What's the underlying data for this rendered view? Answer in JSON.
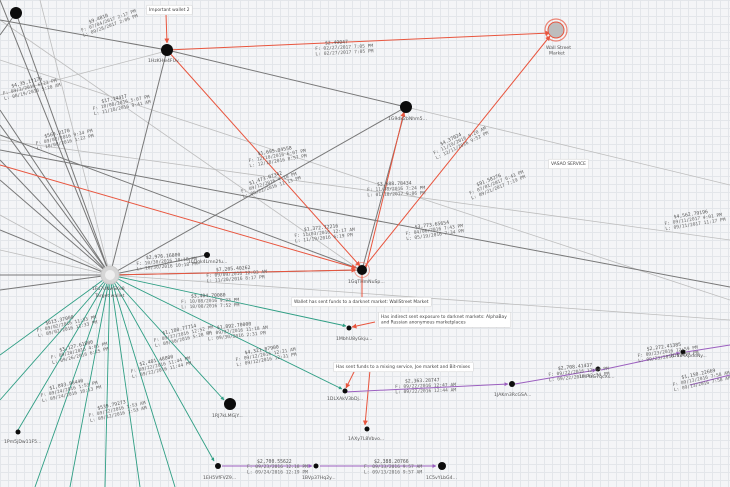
{
  "colors": {
    "gray_edge": "#7a7a7a",
    "light_edge": "#b9b9b9",
    "red_edge": "#e8553e",
    "teal_edge": "#2f9e84",
    "purple_edge": "#9b5fbf",
    "node": "#0c0c0c",
    "highlight_ring": "#e8553e"
  },
  "nodes": [
    {
      "id": "n_topleft",
      "label": ""
    },
    {
      "id": "n_wallet2",
      "label": "1HzKHw4FUv..."
    },
    {
      "id": "n_wallstreet",
      "label": "Wall Street Market"
    },
    {
      "id": "n_mid",
      "label": "1G9dk2bNhm5..."
    },
    {
      "id": "n_target",
      "label": "Target wallet"
    },
    {
      "id": "n_small1",
      "label": "1LQgk4Lmn2fu..."
    },
    {
      "id": "n_center",
      "label": "1GqTHmNuSp..."
    },
    {
      "id": "n_ret1",
      "label": "1MbhU8yGkju..."
    },
    {
      "id": "n_mixer",
      "label": "1DLXAkV3bDj..."
    },
    {
      "id": "n_akx",
      "label": "1AXy7L8Vbvo..."
    },
    {
      "id": "n_cfa",
      "label": "1JAKm3RcGSA..."
    },
    {
      "id": "n_rt2",
      "label": "1MPfzG7qcXs..."
    },
    {
      "id": "n_rt3",
      "label": "1DfnMXpddNy..."
    },
    {
      "id": "n_mid2",
      "label": "1RJ7kLMGjY..."
    },
    {
      "id": "n_b1",
      "label": "1Pm5jDw11F5..."
    },
    {
      "id": "n_b2",
      "label": "1EH5VfFVZ9..."
    },
    {
      "id": "n_b3",
      "label": "1BVp37Hq2y..."
    },
    {
      "id": "n_b4",
      "label": "1C5vYLbG4..."
    }
  ],
  "annotations": [
    {
      "id": "note_wallet2",
      "text": "Important wallet 2"
    },
    {
      "id": "note_market",
      "text": "Wallet has sent funds to a darknet market: WallStreet Market"
    },
    {
      "id": "note_exposure",
      "text": "Has indirect sent exposure to darknet markets: AlphaBay and Russian anonymous marketplaces"
    },
    {
      "id": "note_mixing",
      "text": "Has sent funds to a mixing service, Joe market and Bit-mixes"
    },
    {
      "id": "note_service",
      "text": "VASAO SERVICE"
    }
  ],
  "edge_labels": [
    {
      "id": "e1",
      "lines": [
        "$9.4810",
        "F: 07/04/2017 2:17 PM",
        "L: 09/28/2017 2:06 PM"
      ]
    },
    {
      "id": "e2",
      "lines": [
        "$2.49047",
        "F: 02/27/2017 7:05 PM",
        "L: 02/27/2017 7:05 PM"
      ]
    },
    {
      "id": "e3",
      "lines": [
        "$4,35,17176",
        "F: 09/2/2016 6:22 PM",
        "L: 08/19/2016 5:20 AM"
      ]
    },
    {
      "id": "e4",
      "lines": [
        "$17.14417",
        "F: 10/08/2016 5:07 PM",
        "L: 11/18/2016 9:41 AM"
      ]
    },
    {
      "id": "e5",
      "lines": [
        "$569.2170",
        "F: 09/02/2016 9:34 PM",
        "L: 10/08/2016 1:22 PM"
      ]
    },
    {
      "id": "e6",
      "lines": [
        "$4.37024",
        "F: 11/19/2016 5:20 AM",
        "L: 12/11/2016 9:52 PM"
      ]
    },
    {
      "id": "e7",
      "lines": [
        "$1,695.04558",
        "F: 12/10/2016 6:07 PM",
        "L: 12/18/2016 8:57 PM"
      ]
    },
    {
      "id": "e8",
      "lines": [
        "$1,473.07342",
        "F: 09/12/2016 4:18 PM",
        "L: 09/22/2016 11:13 PM"
      ]
    },
    {
      "id": "e9",
      "lines": [
        "$3,688.78434",
        "F: 11/08/2016 7:24 PM",
        "L: 01/18/2017 9:06 PM"
      ]
    },
    {
      "id": "e10",
      "lines": [
        "$91.58276",
        "F: 07/01/2017 6:43 PM",
        "L: 09/21/2017 7:19 PM"
      ]
    },
    {
      "id": "e11",
      "lines": [
        "$3,773.65654",
        "F: 04/06/2016 7:43 PM",
        "L: 05/19/2016 7:34 PM"
      ]
    },
    {
      "id": "e12",
      "lines": [
        "$4,562.79196",
        "F: 09/11/2017 4:01 PM",
        "L: 09/11/2017 11:17 PM"
      ]
    },
    {
      "id": "e13",
      "lines": [
        "$1,372.72216",
        "F: 11/03/2016 12:17 AM",
        "L: 11/19/2016 6:19 PM"
      ]
    },
    {
      "id": "e14",
      "lines": [
        "$2,976.16800",
        "F: 10/30/2016 10:18 PM",
        "L: 10/30/2016 10:18 PM"
      ]
    },
    {
      "id": "e15",
      "lines": [
        "$7,205.40262",
        "F: 09/09/2016 12:03 AM",
        "L: 11/20/2016 8:17 PM"
      ]
    },
    {
      "id": "e16",
      "lines": [
        "$3,404.70080",
        "F: 10/08/2016 9:23 PM",
        "L: 10/08/2016 7:52 PM"
      ]
    },
    {
      "id": "e17",
      "lines": [
        "$1,892.70000",
        "F: 09/27/2016 11:18 AM",
        "L: 09/30/2016 2:31 PM"
      ]
    },
    {
      "id": "e18",
      "lines": [
        "$1,180.77714",
        "F: 09/27/2016 12:52 PM",
        "L: 09/30/2016 5:28 PM"
      ]
    },
    {
      "id": "e19",
      "lines": [
        "$4,321.87900",
        "F: 09/12/2016 12:21 AM",
        "L: 09/12/2016 12:31 PM"
      ]
    },
    {
      "id": "e20",
      "lines": [
        "$613.37000",
        "F: 09/02/2016 11:33 PM",
        "L: 09/02/2016 11:33 PM"
      ]
    },
    {
      "id": "e21",
      "lines": [
        "$3,127.61800",
        "F: 09/20/2016 4:01 PM",
        "L: 09/26/2016 6:25 PM"
      ]
    },
    {
      "id": "e22",
      "lines": [
        "$2,401.48800",
        "F: 09/22/2016 11:44 PM",
        "L: 09/22/2016 11:44 PM"
      ]
    },
    {
      "id": "e23",
      "lines": [
        "$1,893.88440",
        "F: 09/24/2016 1:53 PM",
        "L: 09/24/2016 10:13 PM"
      ]
    },
    {
      "id": "e24",
      "lines": [
        "$539.79273",
        "F: 09/12/2016 1:53 AM",
        "L: 09/12/2016 1:53 AM"
      ]
    },
    {
      "id": "e25",
      "lines": [
        "$2,363.28747",
        "F: 09/22/2016 12:47 AM",
        "L: 09/22/2016 12:44 AM"
      ]
    },
    {
      "id": "e26",
      "lines": [
        "$2,708.41437",
        "F: 09/22/2016 12:34 PM",
        "L: 09/22/2016 12:34 PM"
      ]
    },
    {
      "id": "e27",
      "lines": [
        "$2,272.41385",
        "F: 09/23/2016 12:59 PM",
        "L: 09/23/2016 12:59 PM"
      ]
    },
    {
      "id": "e28",
      "lines": [
        "$1,150.22669",
        "F: 09/13/2016 7:58 AM",
        "L: 09/13/2016 7:58 AM"
      ]
    },
    {
      "id": "e29",
      "lines": [
        "$2,700.55622",
        "F: 09/23/2016 12:18 PM",
        "L: 09/24/2016 12:19 PM"
      ]
    },
    {
      "id": "e30",
      "lines": [
        "$2,388.20766",
        "F: 09/13/2016 9:57 AM",
        "L: 09/13/2016 9:57 AM"
      ]
    }
  ]
}
